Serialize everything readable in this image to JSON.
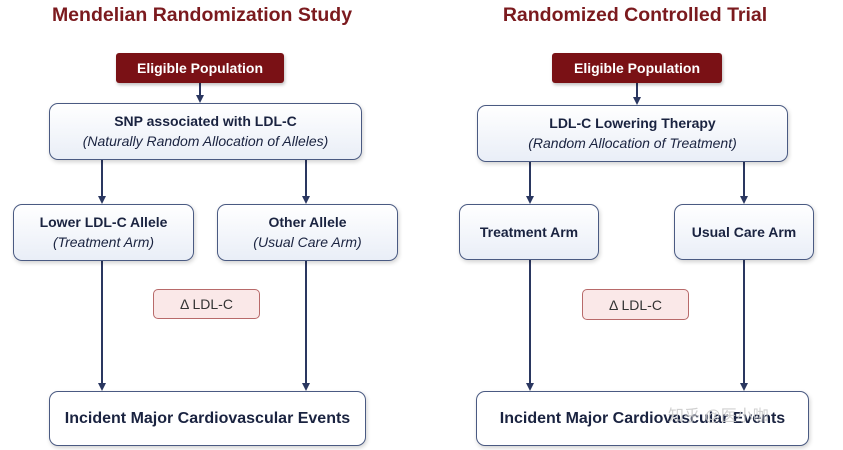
{
  "mr": {
    "title": "Mendelian Randomization Study",
    "population": "Eligible Population",
    "allocation": {
      "main": "SNP associated with LDL-C",
      "sub": "(Naturally Random Allocation of Alleles)"
    },
    "arm_left": {
      "main": "Lower LDL-C Allele",
      "sub": "(Treatment Arm)"
    },
    "arm_right": {
      "main": "Other Allele",
      "sub": "(Usual Care Arm)"
    },
    "delta": "Δ LDL-C",
    "outcome": "Incident Major Cardiovascular Events"
  },
  "rct": {
    "title": "Randomized Controlled Trial",
    "population": "Eligible Population",
    "allocation": {
      "main": "LDL-C Lowering Therapy",
      "sub": "(Random Allocation of Treatment)"
    },
    "arm_left": {
      "main": "Treatment Arm"
    },
    "arm_right": {
      "main": "Usual Care Arm"
    },
    "delta": "Δ LDL-C",
    "outcome": "Incident Major Cardiovascular Events"
  },
  "watermark": "知乎 @医小咖",
  "colors": {
    "title": "#7b1a1e",
    "population_fill": "#7a1115",
    "box_border": "#4a5a82",
    "arrow": "#2a3760",
    "delta_fill": "#fae8e8",
    "delta_border": "#b86a6a"
  }
}
